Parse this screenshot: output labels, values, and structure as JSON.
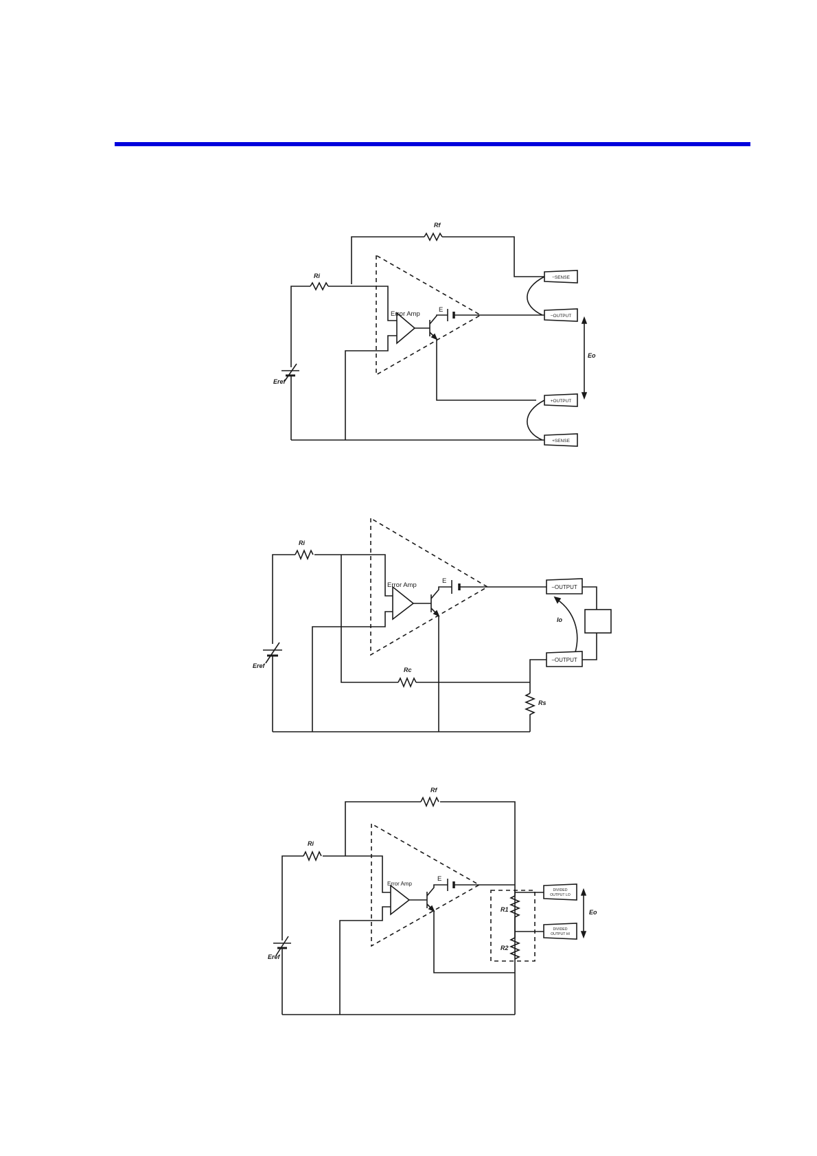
{
  "page": {
    "rule_color": "#0000dd"
  },
  "diagram1": {
    "labels": {
      "rf": "Rf",
      "ri": "Ri",
      "error_amp": "Error Amp",
      "e": "E",
      "eref": "Eref",
      "eo": "Eo"
    },
    "terminals": {
      "minus_sense": "−SENSE",
      "minus_output": "−OUTPUT",
      "plus_output": "+OUTPUT",
      "plus_sense": "+SENSE"
    }
  },
  "diagram2": {
    "labels": {
      "ri": "Ri",
      "error_amp": "Error Amp",
      "e": "E",
      "eref": "Eref",
      "rc": "Rc",
      "rs": "Rs",
      "io": "Io"
    },
    "terminals": {
      "upper_output": "−OUTPUT",
      "lower_output": "−OUTPUT"
    }
  },
  "diagram3": {
    "labels": {
      "rf": "Rf",
      "ri": "Ri",
      "error_amp": "Error Amp",
      "e": "E",
      "eref": "Eref",
      "r1": "R1",
      "r2": "R2",
      "eo": "Eo"
    },
    "terminals": {
      "divided_lo_line1": "DIVIDED",
      "divided_lo_line2": "OUTPUT LO",
      "divided_hi_line1": "DIVIDED",
      "divided_hi_line2": "OUTPUT HI"
    }
  }
}
